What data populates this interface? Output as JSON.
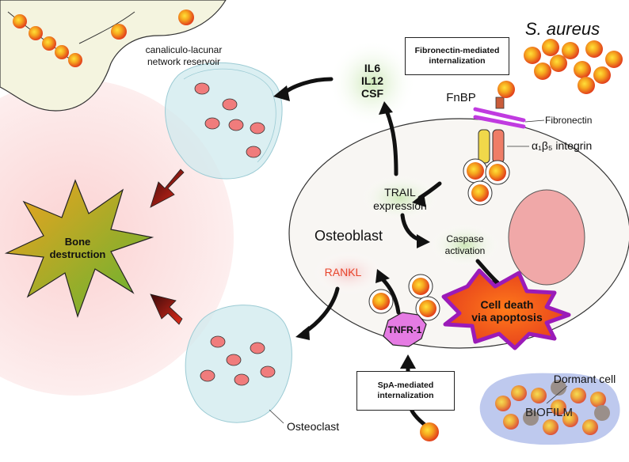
{
  "labels": {
    "reservoir_line1": "canaliculo-lacunar",
    "reservoir_line2": "network reservoir",
    "species": "S. aureus",
    "fibronectin_box_line1": "Fibronectin-mediated",
    "fibronectin_box_line2": "internalization",
    "fnbp": "FnBP",
    "fibronectin": "Fibronectin",
    "integrin": "α₁β₅ integrin",
    "cytokine_1": "IL6",
    "cytokine_2": "IL12",
    "cytokine_3": "CSF",
    "trail_line1": "TRAIL",
    "trail_line2": "expression",
    "caspase_line1": "Caspase",
    "caspase_line2": "activation",
    "osteoblast": "Osteoblast",
    "rankl": "RANKL",
    "cell_death_line1": "Cell death",
    "cell_death_line2": "via apoptosis",
    "bone_destruction_line1": "Bone",
    "bone_destruction_line2": "destruction",
    "tnfr1": "TNFR-1",
    "spa_box_line1": "SpA-mediated",
    "spa_box_line2": "internalization",
    "dormant_cell": "Dormant cell",
    "biofilm": "BIOFILM",
    "osteoclast": "Osteoclast"
  },
  "colors": {
    "bacteria": "#f5b21c",
    "bacteria_core": "#e83c1c",
    "bone_bg": "#fde7e7",
    "bone_matrix": "#f4f4df",
    "osteoclast_fill": "#cfe9ee",
    "nucleus": "#f07c7c",
    "tnfr_fill": "#e57be3",
    "apoptosis_stroke": "#9b1bb8",
    "fibronectin": "#c03be0",
    "rankl_text": "#e8452c",
    "biofilm": "#b7c3ec"
  }
}
